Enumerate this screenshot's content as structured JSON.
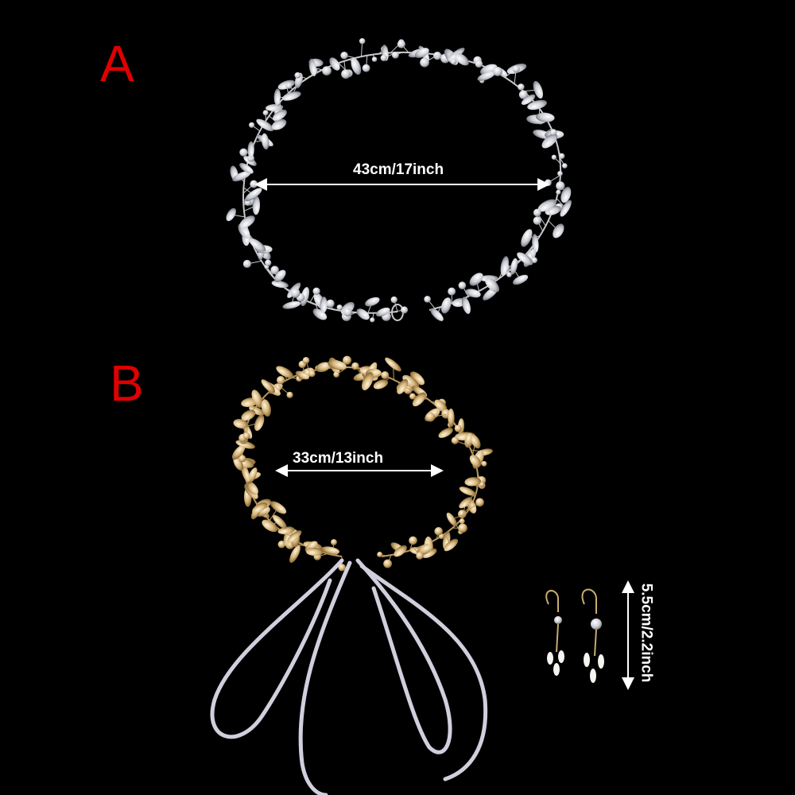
{
  "labels": {
    "a": "A",
    "b": "B"
  },
  "measurements": {
    "headband_a": "43cm/17inch",
    "headband_b": "33cm/13inch",
    "earring": "5.5cm/2.2inch"
  },
  "colors": {
    "background": "#000000",
    "label": "#e00000",
    "silver": "#e8e8ec",
    "gold": "#c9ab72",
    "ribbon": "#f2f0ff",
    "text": "#ffffff"
  }
}
